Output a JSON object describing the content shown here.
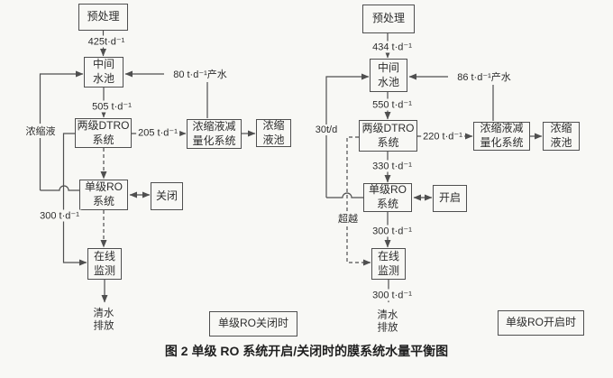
{
  "figure_caption": "图 2  单级 RO 系统开启/关闭时的膜系统水量平衡图",
  "colors": {
    "line": "#4f4f4f",
    "text": "#2d2d2d",
    "paper": "#f8f8f5"
  },
  "left": {
    "scenario_label": "单级RO关闭时",
    "nodes": {
      "pretreatment": "预处理",
      "intermediate_pool": "中间\n水池",
      "dtro_system": "两级DTRO\n系统",
      "concentrate_reduction": "浓缩液减\n量化系统",
      "concentrate_pool": "浓缩\n液池",
      "ro_system": "单级RO\n系统",
      "ro_state": "关闭",
      "online_monitor": "在线\n监测",
      "discharge": "清水\n排放"
    },
    "flows": {
      "pretreat_to_pool": "425t·d⁻¹",
      "product_water": "80 t·d⁻¹产水",
      "pool_to_dtro": "505 t·d⁻¹",
      "dtro_to_reduction": "205 t·d⁻¹",
      "dtro_bypass_to_monitor": "300 t·d⁻¹",
      "ro_concentrate_return": "浓缩液"
    }
  },
  "right": {
    "scenario_label": "单级RO开启时",
    "nodes": {
      "pretreatment": "预处理",
      "intermediate_pool": "中间\n水池",
      "dtro_system": "两级DTRO\n系统",
      "concentrate_reduction": "浓缩液减\n量化系统",
      "concentrate_pool": "浓缩\n液池",
      "ro_system": "单级RO\n系统",
      "ro_state": "开启",
      "online_monitor": "在线\n监测",
      "discharge": "清水\n排放"
    },
    "flows": {
      "pretreat_to_pool": "434 t·d⁻¹",
      "product_water": "86 t·d⁻¹产水",
      "pool_to_dtro": "550 t·d⁻¹",
      "dtro_to_reduction": "220 t·d⁻¹",
      "dtro_to_ro": "330 t·d⁻¹",
      "ro_to_monitor": "300 t·d⁻¹",
      "monitor_to_discharge": "300 t·d⁻¹",
      "ro_concentrate_return": "30t/d",
      "bypass_label": "超越"
    }
  }
}
